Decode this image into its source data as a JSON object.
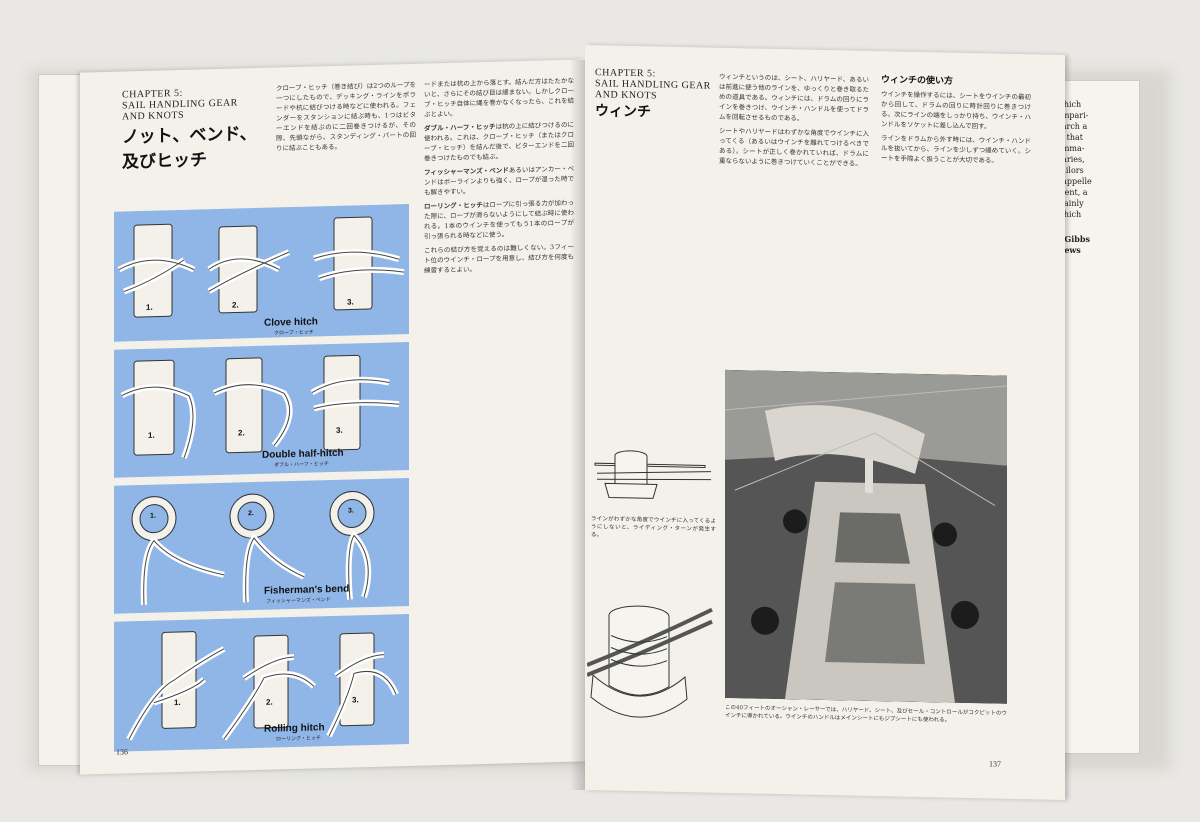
{
  "left_page": {
    "chapter": "CHAPTER 5:",
    "chapter_sub1": "SAIL HANDLING GEAR",
    "chapter_sub2": "AND KNOTS",
    "title_jp": "ノット、ベンド、及びヒッチ",
    "col1_text": "クローブ・ヒッチ（巻き結び）は2つのループを一つにしたもので、デッキング・ラインをポラードや杭に結びつける時などに使われる。フェンダーをスタンションに結ぶ時も、1つはビターエンドを結ぶのに二回巻きつけるが、その際、先頭ながら、スタンディング・パートの回りに結ぶこともある。",
    "col2_text_1": "ードまたは杭の上から落とす。結んだ方はたたかないと、さらにその結び目は緩まない。しかしクローブ・ヒッチ自体に縄を巻かなくなったら、これを結ぶとよい。",
    "col2_head_1": "ダブル・ハーフ・ヒッチ",
    "col2_text_2": "は杭の上に結びつけるのに使われる。これは、クローブ・ヒッチ（またはクローブ・ヒッチ）を結んだ後で、ビターエンドを二回巻きつけたものでも結ぶ。",
    "col2_head_2": "フィッシャーマンズ・ベンド",
    "col2_text_3": "あるいはアンカー・ベンドはボーラインよりも強く、ロープが湿った時でも解きやすい。",
    "col2_head_3": "ローリング・ヒッチ",
    "col2_text_4": "はロープに引っ張る力が加わった際に、ロープが滑らないようにして結ぶ時に使われる。1本のウインチを使ってもう1本のロープが引っ張られる時などに使う。",
    "col2_text_5": "これらの結び方を覚えるのは難しくない。3フィート位のウインチ・ロープを用意し、結び方を何度も練習するとよい。",
    "folio": "136",
    "knots": [
      {
        "caption_en": "Clove hitch",
        "caption_jp": "クローブ・ヒッチ"
      },
      {
        "caption_en": "Double half-hitch",
        "caption_jp": "ダブル・ハーフ・ヒッチ"
      },
      {
        "caption_en": "Fisherman's bend",
        "caption_jp": "フィッシャーマンズ・ベンド"
      },
      {
        "caption_en": "Rolling hitch",
        "caption_jp": "ローリング・ヒッチ"
      }
    ],
    "step_labels": [
      "1.",
      "2.",
      "3."
    ]
  },
  "right_page": {
    "chapter": "CHAPTER 5:",
    "chapter_sub1": "SAIL HANDLING GEAR",
    "chapter_sub2": "AND KNOTS",
    "title_jp": "ウィンチ",
    "col1_text": "ウィンチというのは、シート、ハリヤード、あるいは前進に使う他のラインを、ゆっくりと巻き取るための道具である。ウィンチには、ドラムの回りにラインを巻きつけ、ウインチ・ハンドルを使ってドラムを回転させるものである。",
    "col1_text_2": "シートやハリヤードはわずかな角度でウインチに入ってくる（あるいはウインチを離れてつけるべきである）。シートが正しく巻かれていれば、ドラムに重ならないように巻きつけていくことができる。",
    "col2_head": "ウィンチの使い方",
    "col2_text": "ウインチを操作するには、シートをウインチの最初から回して、ドラムの回りに時計回りに巻きつける。次にラインの端をしっかり持ち、ウインチ・ハンドルをソケットに差し込んで回す。",
    "col2_text_2": "ラインをドラムから外す時には、ウインチ・ハンドルを抜いてから、ラインを少しずつ緩めていく。シートを手際よく扱うことが大切である。",
    "diagram_caption": "ラインがわずかな角度でウインチに入ってくるようにしないと、ライディング・ターンが発生する。",
    "photo_caption": "この40フィートのオーシャン・レーサーでは、ハリヤード、シート、及びセール・コントロールがコクピットのウインチに導かれている。ウインチのハンドルはメインシートにもジブシートにも使われる。",
    "folio": "137"
  },
  "right_book": {
    "text_lines": [
      "which",
      "ompari-",
      "earch a",
      "& that",
      "omma-",
      "ilaries,",
      "sailors",
      "nappelle",
      "ment, a",
      "rtainly",
      "which",
      "",
      "y Gibbs",
      "News"
    ]
  },
  "colors": {
    "panel_blue": "#8fb6e6",
    "page": "#f3f1ea",
    "background": "#e9e8e4"
  }
}
